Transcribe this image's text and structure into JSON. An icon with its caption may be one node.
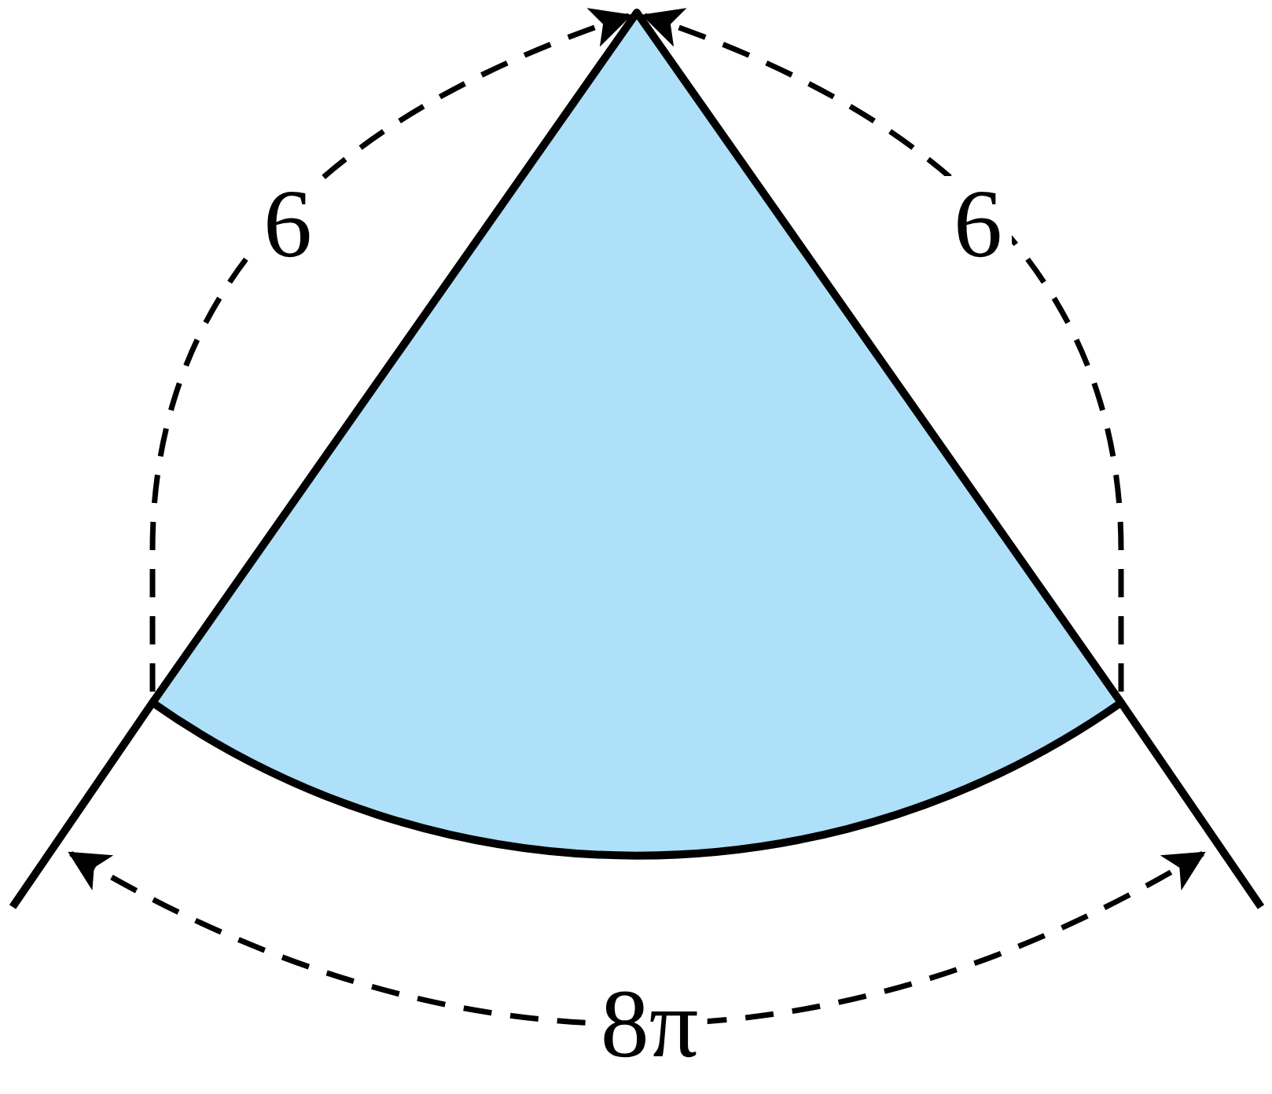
{
  "diagram": {
    "labels": [
      "6",
      "6",
      "8π"
    ]
  }
}
